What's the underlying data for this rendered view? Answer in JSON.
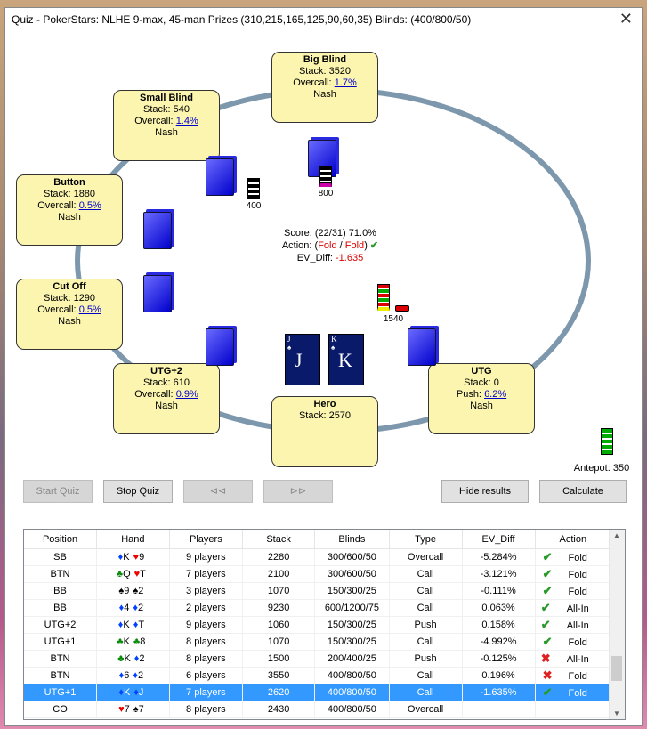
{
  "window": {
    "title": "Quiz - PokerStars: NLHE 9-max, 45-man Prizes (310,215,165,125,90,60,35) Blinds: (400/800/50)"
  },
  "seats": {
    "big_blind": {
      "name": "Big Blind",
      "stack": "Stack: 3520",
      "overcall_label": "Overcall:",
      "overcall": "1.7%",
      "strategy": "Nash"
    },
    "small_blind": {
      "name": "Small Blind",
      "stack": "Stack: 540",
      "overcall_label": "Overcall:",
      "overcall": "1.4%",
      "strategy": "Nash"
    },
    "button": {
      "name": "Button",
      "stack": "Stack: 1880",
      "overcall_label": "Overcall:",
      "overcall": "0.5%",
      "strategy": "Nash"
    },
    "cutoff": {
      "name": "Cut Off",
      "stack": "Stack: 1290",
      "overcall_label": "Overcall:",
      "overcall": "0.5%",
      "strategy": "Nash"
    },
    "utg2": {
      "name": "UTG+2",
      "stack": "Stack: 610",
      "overcall_label": "Overcall:",
      "overcall": "0.9%",
      "strategy": "Nash"
    },
    "hero": {
      "name": "Hero",
      "stack": "Stack: 2570"
    },
    "utg": {
      "name": "UTG",
      "stack": "Stack: 0",
      "push_label": "Push:",
      "push": "6.2%",
      "strategy": "Nash"
    }
  },
  "bets": {
    "bb": "800",
    "sb": "400",
    "utg": "1540"
  },
  "antepot": "Antepot: 350",
  "score": {
    "line1": "Score: (22/31) 71.0%",
    "action_label": "Action: (",
    "action_a": "Fold",
    "action_sep": " / ",
    "action_b": "Fold",
    "action_end": ")",
    "ev_label": "EV_Diff: ",
    "ev_value": "-1.635"
  },
  "hero_cards": [
    {
      "rank": "J"
    },
    {
      "rank": "K"
    }
  ],
  "buttons": {
    "start_quiz": "Start Quiz",
    "stop_quiz": "Stop Quiz",
    "rewind": "⊲⊲",
    "forward": "⊳⊳",
    "hide_results": "Hide results",
    "calculate": "Calculate"
  },
  "table": {
    "headers": [
      "Position",
      "Hand",
      "Players",
      "Stack",
      "Blinds",
      "Type",
      "EV_Diff",
      "Action"
    ],
    "rows": [
      {
        "position": "SB",
        "hand": [
          {
            "s": "♦",
            "c": "blue"
          },
          {
            "r": "K"
          },
          {
            "s": "♥",
            "c": "red"
          },
          {
            "r": "9"
          }
        ],
        "players": "9 players",
        "stack": "2280",
        "blinds": "300/600/50",
        "type": "Overcall",
        "ev": "-5.284%",
        "ok": true,
        "action": "Fold"
      },
      {
        "position": "BTN",
        "hand": [
          {
            "s": "♣",
            "c": "green"
          },
          {
            "r": "Q"
          },
          {
            "s": "♥",
            "c": "red"
          },
          {
            "r": "T"
          }
        ],
        "players": "7 players",
        "stack": "2100",
        "blinds": "300/600/50",
        "type": "Call",
        "ev": "-3.121%",
        "ok": true,
        "action": "Fold"
      },
      {
        "position": "BB",
        "hand": [
          {
            "s": "♠",
            "c": "black"
          },
          {
            "r": "9"
          },
          {
            "s": "♠",
            "c": "black"
          },
          {
            "r": "2"
          }
        ],
        "players": "3 players",
        "stack": "1070",
        "blinds": "150/300/25",
        "type": "Call",
        "ev": "-0.111%",
        "ok": true,
        "action": "Fold"
      },
      {
        "position": "BB",
        "hand": [
          {
            "s": "♦",
            "c": "blue"
          },
          {
            "r": "4"
          },
          {
            "s": "♦",
            "c": "blue"
          },
          {
            "r": "2"
          }
        ],
        "players": "2 players",
        "stack": "9230",
        "blinds": "600/1200/75",
        "type": "Call",
        "ev": "0.063%",
        "ok": true,
        "action": "All-In"
      },
      {
        "position": "UTG+2",
        "hand": [
          {
            "s": "♦",
            "c": "blue"
          },
          {
            "r": "K"
          },
          {
            "s": "♦",
            "c": "blue"
          },
          {
            "r": "T"
          }
        ],
        "players": "9 players",
        "stack": "1060",
        "blinds": "150/300/25",
        "type": "Push",
        "ev": "0.158%",
        "ok": true,
        "action": "All-In"
      },
      {
        "position": "UTG+1",
        "hand": [
          {
            "s": "♣",
            "c": "green"
          },
          {
            "r": "K"
          },
          {
            "s": "♣",
            "c": "green"
          },
          {
            "r": "8"
          }
        ],
        "players": "8 players",
        "stack": "1070",
        "blinds": "150/300/25",
        "type": "Call",
        "ev": "-4.992%",
        "ok": true,
        "action": "Fold"
      },
      {
        "position": "BTN",
        "hand": [
          {
            "s": "♣",
            "c": "green"
          },
          {
            "r": "K"
          },
          {
            "s": "♦",
            "c": "blue"
          },
          {
            "r": "2"
          }
        ],
        "players": "8 players",
        "stack": "1500",
        "blinds": "200/400/25",
        "type": "Push",
        "ev": "-0.125%",
        "ok": false,
        "action": "All-In"
      },
      {
        "position": "BTN",
        "hand": [
          {
            "s": "♦",
            "c": "blue"
          },
          {
            "r": "6"
          },
          {
            "s": "♦",
            "c": "blue"
          },
          {
            "r": "2"
          }
        ],
        "players": "6 players",
        "stack": "3550",
        "blinds": "400/800/50",
        "type": "Call",
        "ev": "0.196%",
        "ok": false,
        "action": "Fold"
      },
      {
        "position": "UTG+1",
        "hand": [
          {
            "s": "♦",
            "c": "blue"
          },
          {
            "r": "K"
          },
          {
            "s": "♦",
            "c": "blue"
          },
          {
            "r": "J"
          }
        ],
        "players": "7 players",
        "stack": "2620",
        "blinds": "400/800/50",
        "type": "Call",
        "ev": "-1.635%",
        "ok": true,
        "action": "Fold",
        "selected": true
      },
      {
        "position": "CO",
        "hand": [
          {
            "s": "♥",
            "c": "red"
          },
          {
            "r": "7"
          },
          {
            "s": "♠",
            "c": "black"
          },
          {
            "r": "7"
          }
        ],
        "players": "8 players",
        "stack": "2430",
        "blinds": "400/800/50",
        "type": "Overcall",
        "ev": "",
        "ok": null,
        "action": ""
      }
    ]
  },
  "scroll": {
    "up": "▲",
    "down": "▼"
  }
}
